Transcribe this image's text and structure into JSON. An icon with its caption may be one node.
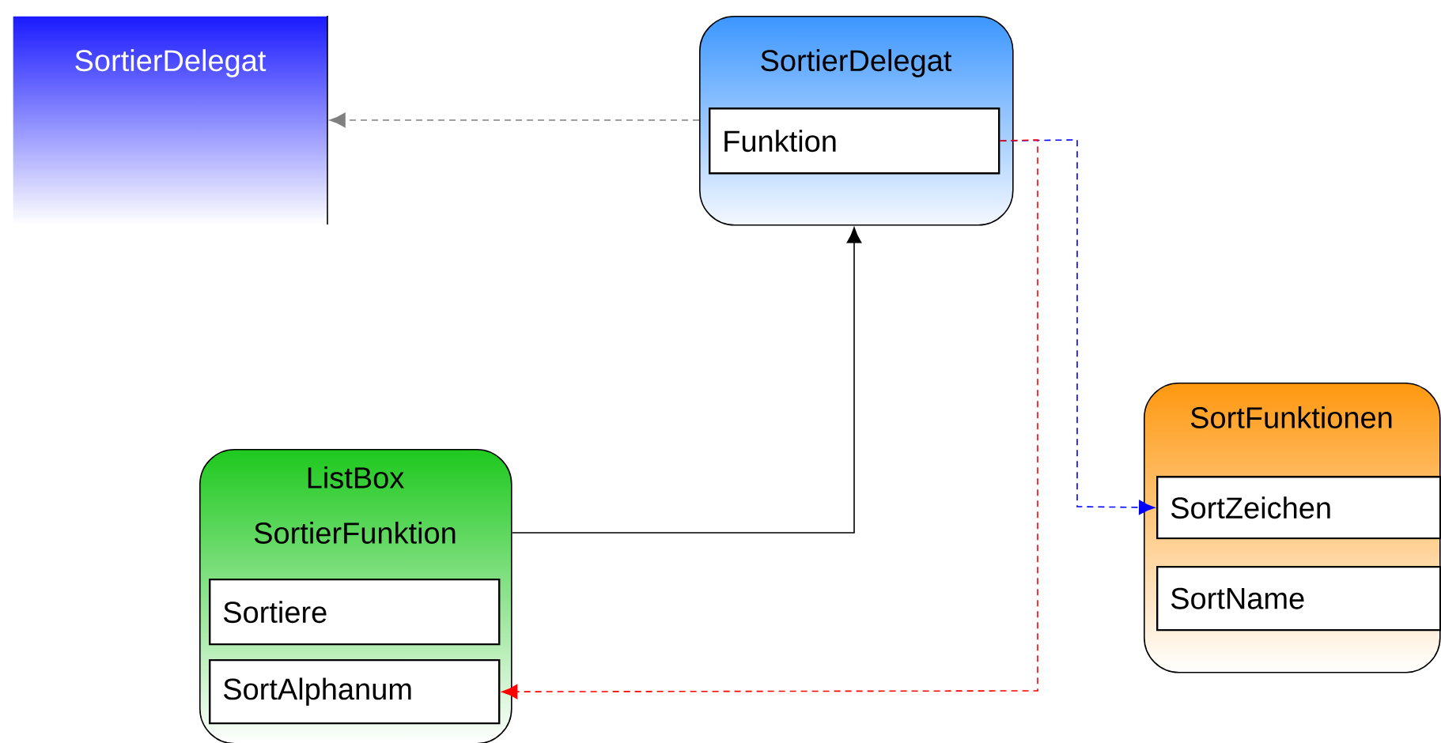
{
  "diagram": {
    "nodes": [
      {
        "text": [
          "SortierDelegat"
        ]
      },
      {
        "text": [
          "SortierDelegat"
        ]
      },
      {
        "text": [
          "Funktion"
        ],
        "in": 1
      },
      {
        "text": [
          "ListBox",
          "SortierFunktion"
        ]
      },
      {
        "text": [
          "Sortiere"
        ],
        "in": 3
      },
      {
        "text": [
          "SortAlphanum"
        ],
        "in": 3
      },
      {
        "text": [
          "SortFunktionen"
        ]
      },
      {
        "text": [
          "SortZeichen"
        ],
        "in": 6
      },
      {
        "text": [
          "SortName"
        ],
        "in": 6
      }
    ],
    "edges": [
      {
        "from": 1,
        "to": 0,
        "arrow": "to",
        "style": "dashed",
        "color": "#808080"
      },
      {
        "from": 3,
        "to": 1,
        "arrow": "to",
        "color": "#000000"
      },
      {
        "from": 2,
        "to": 7,
        "arrow": "to",
        "style": "dashed",
        "color": "#0000ff"
      },
      {
        "from": 2,
        "to": 5,
        "arrow": "to",
        "style": "dashed",
        "color": "#ff0000"
      }
    ]
  }
}
